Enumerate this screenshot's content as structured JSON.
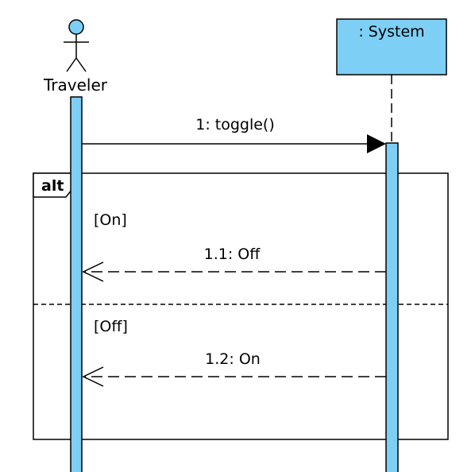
{
  "colors": {
    "lifeline_fill": "#7ecff5",
    "stroke": "#000000",
    "background": "#ffffff"
  },
  "actor": {
    "name": "Traveler",
    "icon": "stick-figure-actor-icon"
  },
  "object": {
    "label": ": System"
  },
  "messages": {
    "call": "1: toggle()",
    "reply_on": "1.1: Off",
    "reply_off": "1.2: On"
  },
  "fragment": {
    "operator": "alt",
    "guard_1": "[On]",
    "guard_2": "[Off]"
  }
}
